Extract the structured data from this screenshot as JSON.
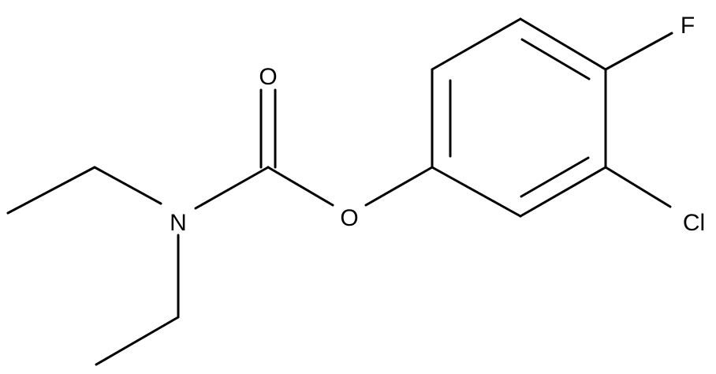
{
  "atoms": {
    "oxygen_carbonyl": "O",
    "oxygen_ester": "O",
    "nitrogen": "N",
    "fluorine": "F",
    "chlorine": "Cl"
  },
  "colors": {
    "bond": "#000000",
    "label": "#000000",
    "background": "#ffffff"
  }
}
